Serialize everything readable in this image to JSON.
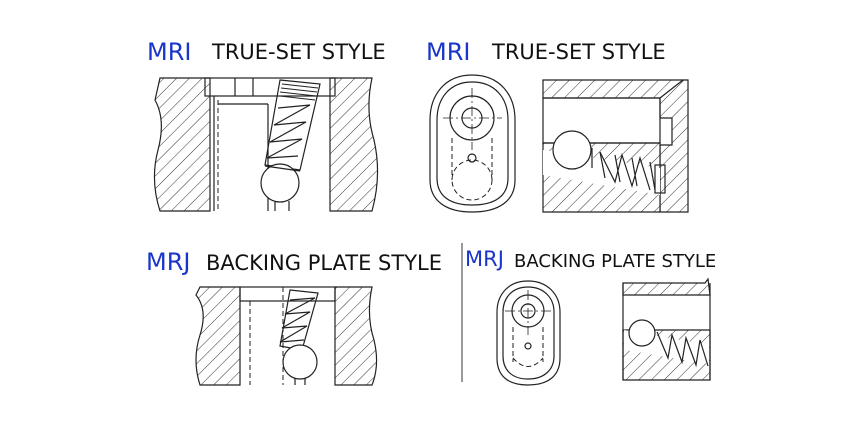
{
  "colors": {
    "brand": "#1a35c9",
    "text": "#111111",
    "line": "#222222"
  },
  "sections": [
    {
      "code": "MRI",
      "style": "TRUE-SET STYLE"
    },
    {
      "code": "MRI",
      "style": "TRUE-SET STYLE"
    },
    {
      "code": "MRJ",
      "style": "BACKING PLATE STYLE"
    },
    {
      "code": "MRJ",
      "style": "BACKING PLATE STYLE"
    }
  ]
}
